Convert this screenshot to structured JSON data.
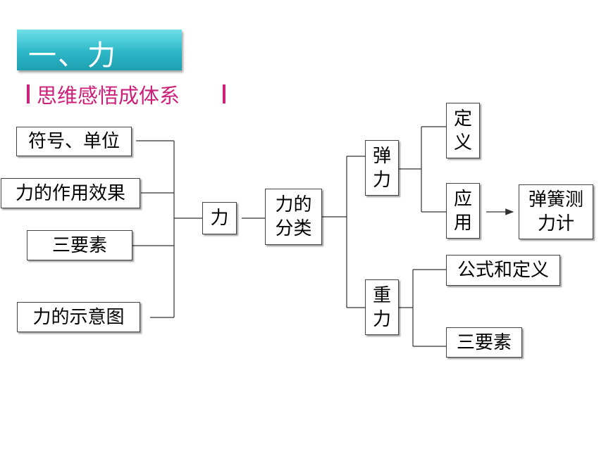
{
  "header": {
    "title": "一、力",
    "subtitle": "思维感悟成体系"
  },
  "nodes": {
    "symbol_unit": "符号、单位",
    "effect": "力的作用效果",
    "three_elements": "三要素",
    "diagram": "力的示意图",
    "force": "力",
    "classification": "力的\n分类",
    "elastic": "弹\n力",
    "definition": "定\n义",
    "application": "应\n用",
    "spring_scale": "弹簧测\n力计",
    "gravity": "重\n力",
    "formula_definition": "公式和定义",
    "gravity_elements": "三要素"
  },
  "colors": {
    "title_bg": "#2cb7c7",
    "subtitle": "#cc1f7a",
    "line": "#333333"
  }
}
